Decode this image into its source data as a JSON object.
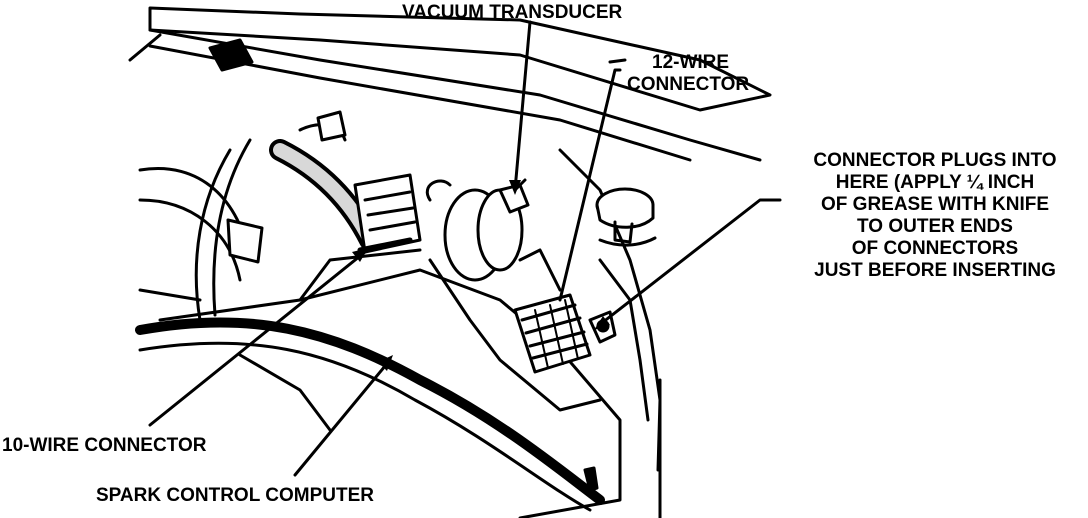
{
  "labels": {
    "vacuum_transducer": "VACUUM TRANSDUCER",
    "wire12_line1": "12-WIRE",
    "wire12_line2": "CONNECTOR",
    "note_line1": "CONNECTOR PLUGS INTO",
    "note_line2": "HERE (APPLY ¼ INCH",
    "note_line3": "OF GREASE WITH KNIFE",
    "note_line4": "TO OUTER ENDS",
    "note_line5": "OF CONNECTORS",
    "note_line6": "JUST BEFORE INSERTING",
    "wire10": "10-WIRE CONNECTOR",
    "spark_computer": "SPARK CONTROL COMPUTER"
  },
  "colors": {
    "ink": "#000000",
    "paper": "#ffffff",
    "shade": "#d8d8d8"
  }
}
